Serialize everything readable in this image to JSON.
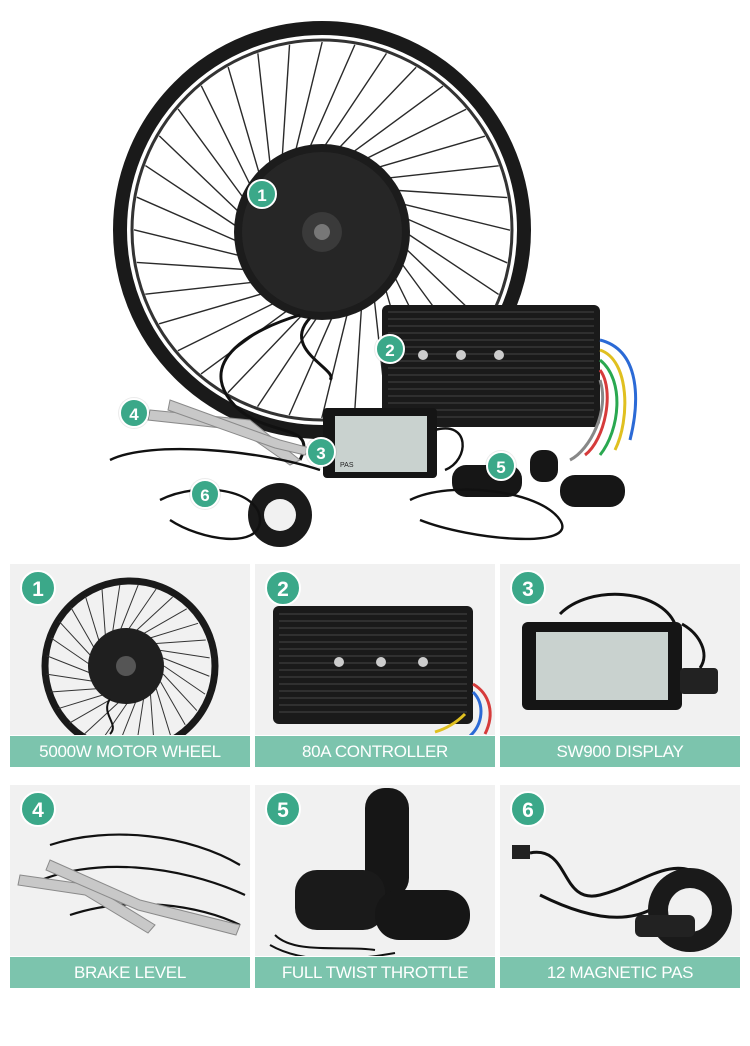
{
  "accent_color": "#3ba889",
  "caption_color": "#7cc4ad",
  "hero": {
    "badges": [
      "1",
      "2",
      "3",
      "4",
      "5",
      "6"
    ],
    "display_label_pas": "PAS"
  },
  "cards": [
    {
      "number": "1",
      "caption": "5000W MOTOR WHEEL",
      "icon": "motor-wheel"
    },
    {
      "number": "2",
      "caption": "80A CONTROLLER",
      "icon": "controller"
    },
    {
      "number": "3",
      "caption": "SW900 DISPLAY",
      "icon": "lcd-display"
    },
    {
      "number": "4",
      "caption": "BRAKE LEVEL",
      "icon": "brake-lever"
    },
    {
      "number": "5",
      "caption": "FULL TWIST THROTTLE",
      "icon": "twist-throttle"
    },
    {
      "number": "6",
      "caption": "12 MAGNETIC PAS",
      "icon": "pas-sensor"
    }
  ]
}
